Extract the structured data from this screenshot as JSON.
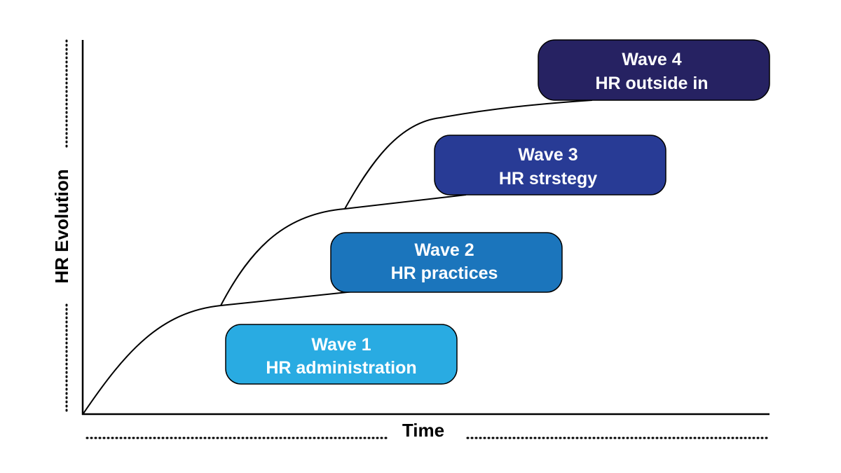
{
  "diagram": {
    "y_axis_label": "HR Evolution",
    "x_axis_label": "Time",
    "waves": [
      {
        "title": "Wave 1",
        "subtitle": "HR administration",
        "color": "#29abe2"
      },
      {
        "title": "Wave 2",
        "subtitle": "HR practices",
        "color": "#1b75bc"
      },
      {
        "title": "Wave 3",
        "subtitle": "HR strstegy",
        "color": "#283b95"
      },
      {
        "title": "Wave 4",
        "subtitle": "HR outside in",
        "color": "#262262"
      }
    ]
  }
}
